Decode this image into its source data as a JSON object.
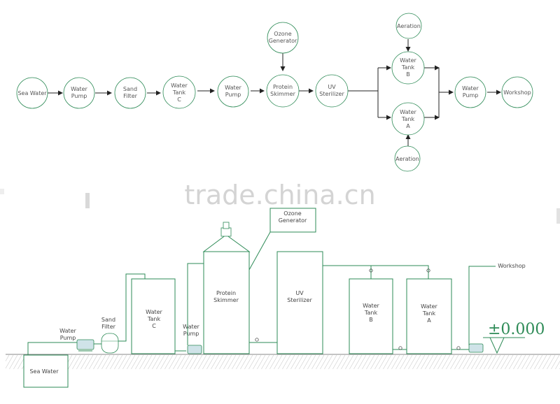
{
  "flow": {
    "sea_water": "Sea Water",
    "water_pump_1": [
      "Water",
      "Pump"
    ],
    "sand_filter": [
      "Sand",
      "Filter"
    ],
    "water_tank_c": [
      "Water",
      "Tank",
      "C"
    ],
    "water_pump_2": [
      "Water",
      "Pump"
    ],
    "ozone_generator": [
      "Ozone",
      "Generator"
    ],
    "protein_skimmer": [
      "Protein",
      "Skimmer"
    ],
    "uv_sterilizer": [
      "UV",
      "Sterilizer"
    ],
    "aeration_top": "Aeration",
    "water_tank_b": [
      "Water",
      "Tank",
      "B"
    ],
    "water_tank_a": [
      "Water",
      "Tank",
      "A"
    ],
    "aeration_bottom": "Aeration",
    "water_pump_3": [
      "Water",
      "Pump"
    ],
    "workshop": "Workshop"
  },
  "layout_diagram": {
    "sea_water": "Sea Water",
    "water_pump_1": [
      "Water",
      "Pump"
    ],
    "sand_filter": [
      "Sand",
      "Filter"
    ],
    "water_tank_c": [
      "Water",
      "Tank",
      "C"
    ],
    "water_pump_2": [
      "Water",
      "Pump"
    ],
    "protein_skimmer": [
      "Protein",
      "Skimmer"
    ],
    "ozone_generator": [
      "Ozone",
      "Generator"
    ],
    "uv_sterilizer": [
      "UV",
      "Sterilizer"
    ],
    "water_tank_b": [
      "Water",
      "Tank",
      "B"
    ],
    "water_tank_a": [
      "Water",
      "Tank",
      "A"
    ],
    "workshop": "Workshop",
    "ground_level": "±0.000"
  },
  "watermark": "trade.china.cn",
  "colors": {
    "pipe": "#2e8b57",
    "arrow": "#222222",
    "label": "#555555"
  }
}
